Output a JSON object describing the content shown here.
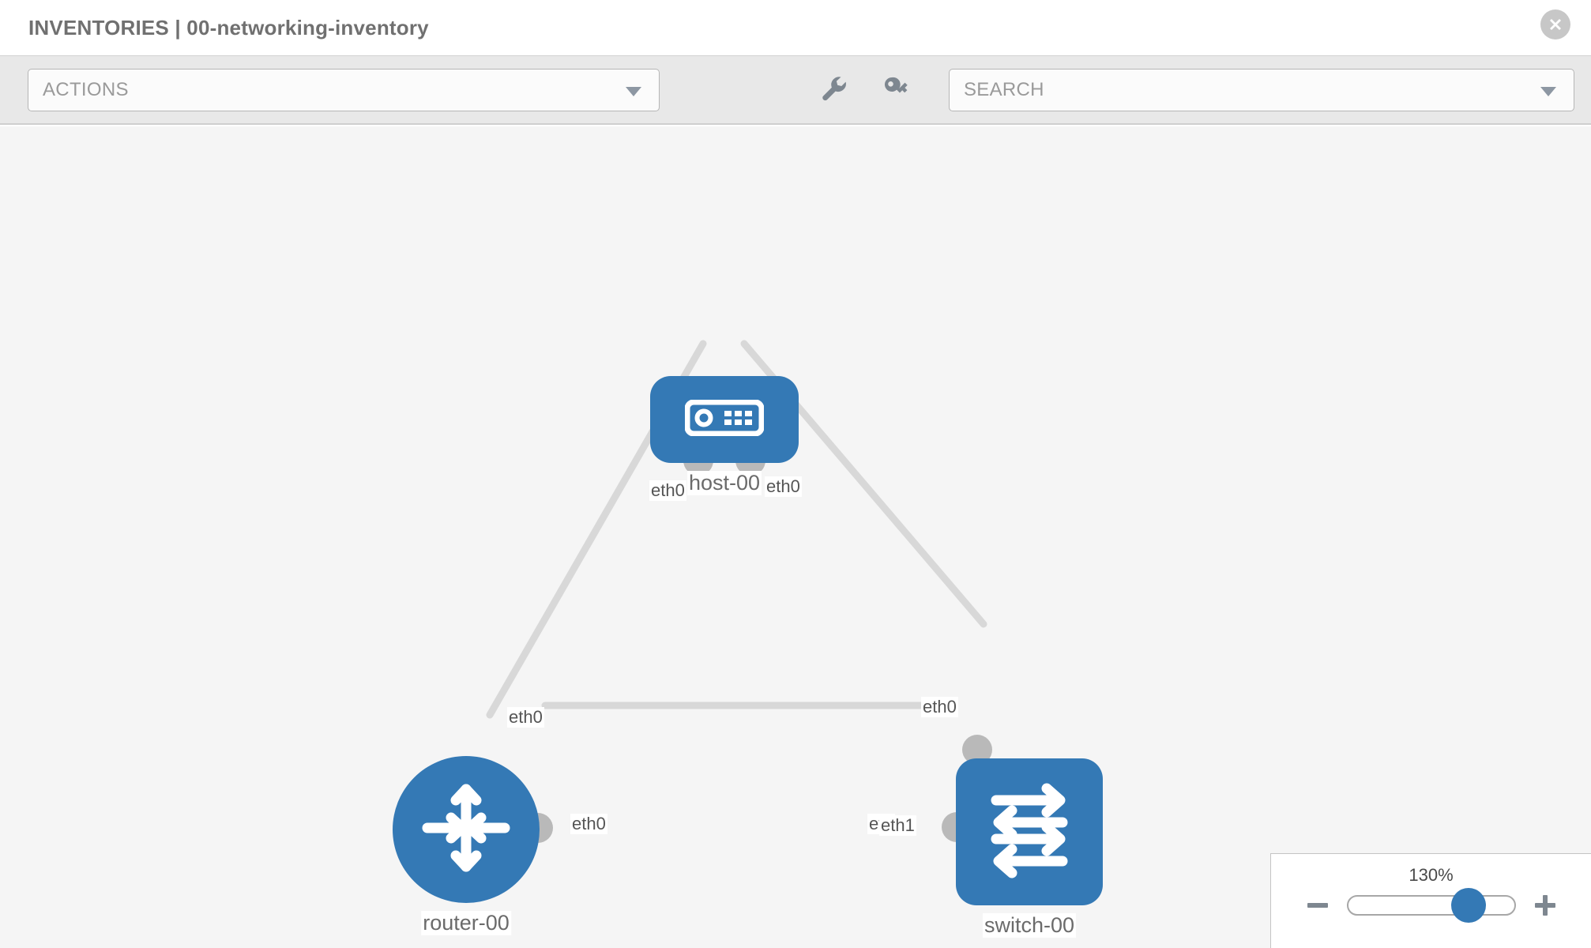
{
  "header": {
    "title": "INVENTORIES | 00-networking-inventory",
    "close_icon": "close-circle-icon"
  },
  "toolbar": {
    "actions_label": "ACTIONS",
    "actions_caret": "chevron-down-icon",
    "wrench_icon": "wrench-icon",
    "key_icon": "key-icon",
    "search_placeholder": "SEARCH",
    "search_caret": "chevron-down-icon"
  },
  "topology": {
    "accent_color": "#3479b5",
    "port_color": "#b9b9b9",
    "edge_color": "#d8d8d8",
    "canvas_color": "#f5f5f5",
    "nodes": [
      {
        "id": "host-00",
        "label": "host-00",
        "icon": "server-icon",
        "shape": "rounded"
      },
      {
        "id": "router-00",
        "label": "router-00",
        "icon": "router-arrows-icon",
        "shape": "circle"
      },
      {
        "id": "switch-00",
        "label": "switch-00",
        "icon": "switch-arrows-icon",
        "shape": "rounded"
      }
    ],
    "edge_labels": [
      {
        "id": "host-left",
        "text": "eth0"
      },
      {
        "id": "host-right",
        "text": "eth0"
      },
      {
        "id": "router-up",
        "text": "eth0"
      },
      {
        "id": "switch-up",
        "text": "eth0"
      },
      {
        "id": "router-right",
        "text": "eth0"
      },
      {
        "id": "switch-left-a",
        "text": "eth"
      },
      {
        "id": "switch-left-b",
        "text": "eth1"
      }
    ]
  },
  "zoom": {
    "value_label": "130%",
    "minus_label": "zoom-out",
    "plus_label": "zoom-in",
    "percent": 130
  }
}
